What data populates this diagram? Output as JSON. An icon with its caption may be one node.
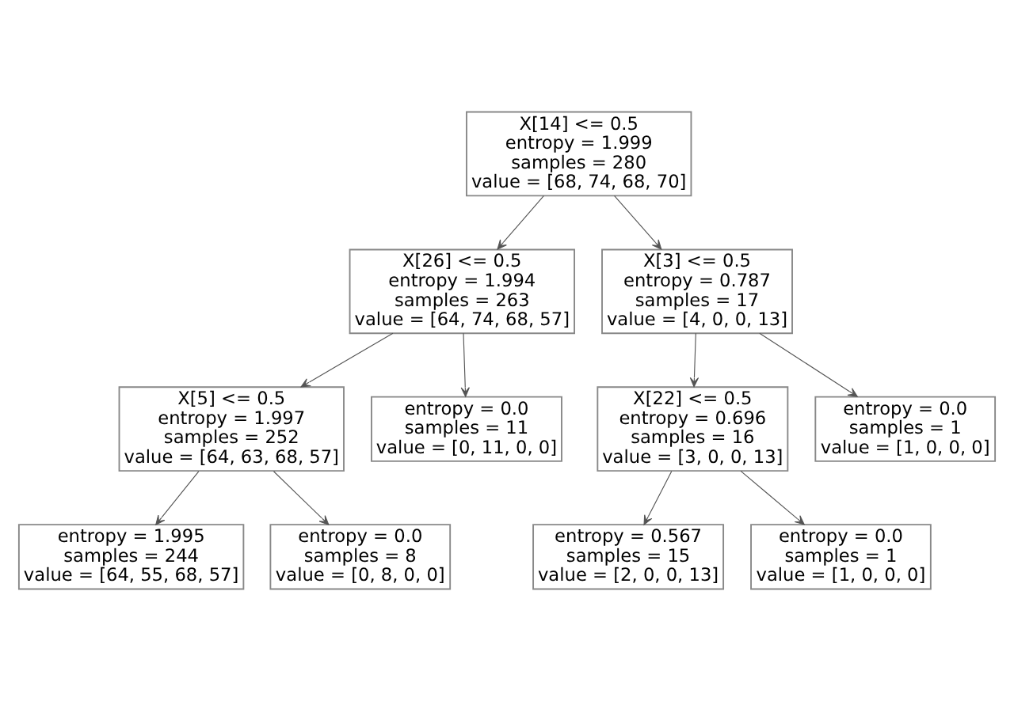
{
  "diagram": {
    "nodes": [
      {
        "text": [
          "X[14] <= 0.5",
          "entropy = 1.999",
          "samples = 280",
          "value = [68, 74, 68, 70]"
        ]
      },
      {
        "text": [
          "X[26] <= 0.5",
          "entropy = 1.994",
          "samples = 263",
          "value = [64, 74, 68, 57]"
        ]
      },
      {
        "text": [
          "X[3] <= 0.5",
          "entropy = 0.787",
          "samples = 17",
          "value = [4, 0, 0, 13]"
        ]
      },
      {
        "text": [
          "X[5] <= 0.5",
          "entropy = 1.997",
          "samples = 252",
          "value = [64, 63, 68, 57]"
        ]
      },
      {
        "text": [
          "entropy = 0.0",
          "samples = 11",
          "value = [0, 11, 0, 0]"
        ]
      },
      {
        "text": [
          "X[22] <= 0.5",
          "entropy = 0.696",
          "samples = 16",
          "value = [3, 0, 0, 13]"
        ]
      },
      {
        "text": [
          "entropy = 0.0",
          "samples = 1",
          "value = [1, 0, 0, 0]"
        ]
      },
      {
        "text": [
          "entropy = 1.995",
          "samples = 244",
          "value = [64, 55, 68, 57]"
        ]
      },
      {
        "text": [
          "entropy = 0.0",
          "samples = 8",
          "value = [0, 8, 0, 0]"
        ]
      },
      {
        "text": [
          "entropy = 0.567",
          "samples = 15",
          "value = [2, 0, 0, 13]"
        ]
      },
      {
        "text": [
          "entropy = 0.0",
          "samples = 1",
          "value = [1, 0, 0, 0]"
        ]
      }
    ],
    "edges": [
      {
        "from": 0,
        "to": 1,
        "arrow": "to"
      },
      {
        "from": 0,
        "to": 2,
        "arrow": "to"
      },
      {
        "from": 1,
        "to": 3,
        "arrow": "to"
      },
      {
        "from": 1,
        "to": 4,
        "arrow": "to"
      },
      {
        "from": 2,
        "to": 5,
        "arrow": "to"
      },
      {
        "from": 2,
        "to": 6,
        "arrow": "to"
      },
      {
        "from": 3,
        "to": 7,
        "arrow": "to"
      },
      {
        "from": 3,
        "to": 8,
        "arrow": "to"
      },
      {
        "from": 5,
        "to": 9,
        "arrow": "to"
      },
      {
        "from": 5,
        "to": 10,
        "arrow": "to"
      }
    ]
  }
}
